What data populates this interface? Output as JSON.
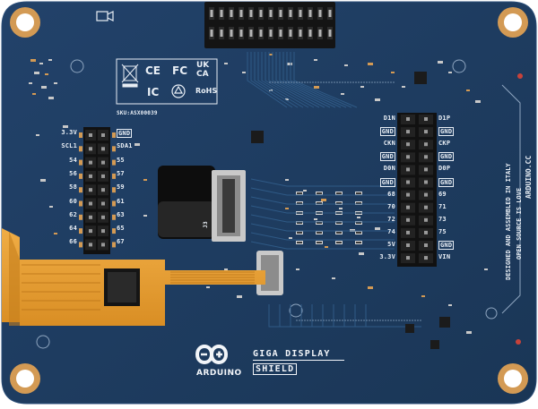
{
  "colors": {
    "pcb": "#1d3a5c",
    "pcb_dark": "#15304f",
    "silk": "#e8eef5",
    "pad": "#d39a54",
    "header": "#1a1a1a",
    "flex": "#e8a23a",
    "flex_dark": "#c47e1c"
  },
  "board": {
    "product_line1": "GIGA DISPLAY",
    "product_line2": "SHIELD",
    "brand": "ARDUINO",
    "website": "ARDUINO.CC",
    "design_text": "DESIGNED AND ASSEMBLED IN ITALY",
    "love_text": "OPEN SOURCE IS LOVE",
    "sku": "SKU:ASX00039",
    "cert_ce": "CE",
    "cert_fc": "FC",
    "cert_ukca_1": "UK",
    "cert_ukca_2": "CA",
    "cert_ic": "IC",
    "cert_rohs": "RoHS",
    "connector_label": "J3"
  },
  "left_header": {
    "left_labels": [
      "3.3V",
      "SCL1",
      "54",
      "56",
      "58",
      "60",
      "62",
      "64",
      "66"
    ],
    "right_labels": [
      "GND",
      "SDA1",
      "55",
      "57",
      "59",
      "61",
      "63",
      "65",
      "67"
    ]
  },
  "right_header": {
    "left_labels": [
      "D1N",
      "GND",
      "CKN",
      "GND",
      "D0N",
      "GND",
      "68",
      "70",
      "72",
      "74",
      "5V",
      "3.3V"
    ],
    "right_labels": [
      "D1P",
      "GND",
      "CKP",
      "GND",
      "D0P",
      "GND",
      "69",
      "71",
      "73",
      "75",
      "GND",
      "VIN"
    ]
  }
}
